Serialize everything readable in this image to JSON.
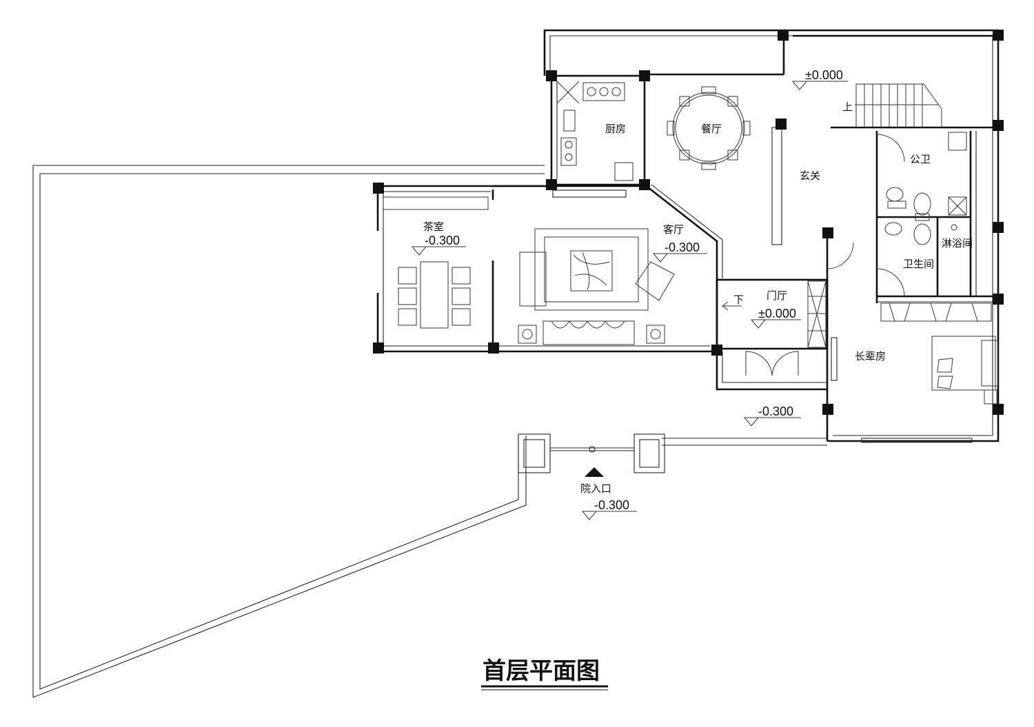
{
  "title": "首层平面图",
  "rooms": {
    "kitchen": "厨房",
    "dining": "餐厅",
    "entry": "玄关",
    "public_wc": "公卫",
    "tea_room": "茶室",
    "living": "客厅",
    "foyer": "门厅",
    "bathroom": "卫生间",
    "shower": "淋浴间",
    "elder_room": "长辈房",
    "yard_entrance": "院入口"
  },
  "levels": {
    "entry": "±0.000",
    "tea_room": "-0.300",
    "living": "-0.300",
    "foyer": "±0.000",
    "porch": "-0.300",
    "yard": "-0.300"
  },
  "stairs": {
    "up": "上",
    "down": "下"
  }
}
